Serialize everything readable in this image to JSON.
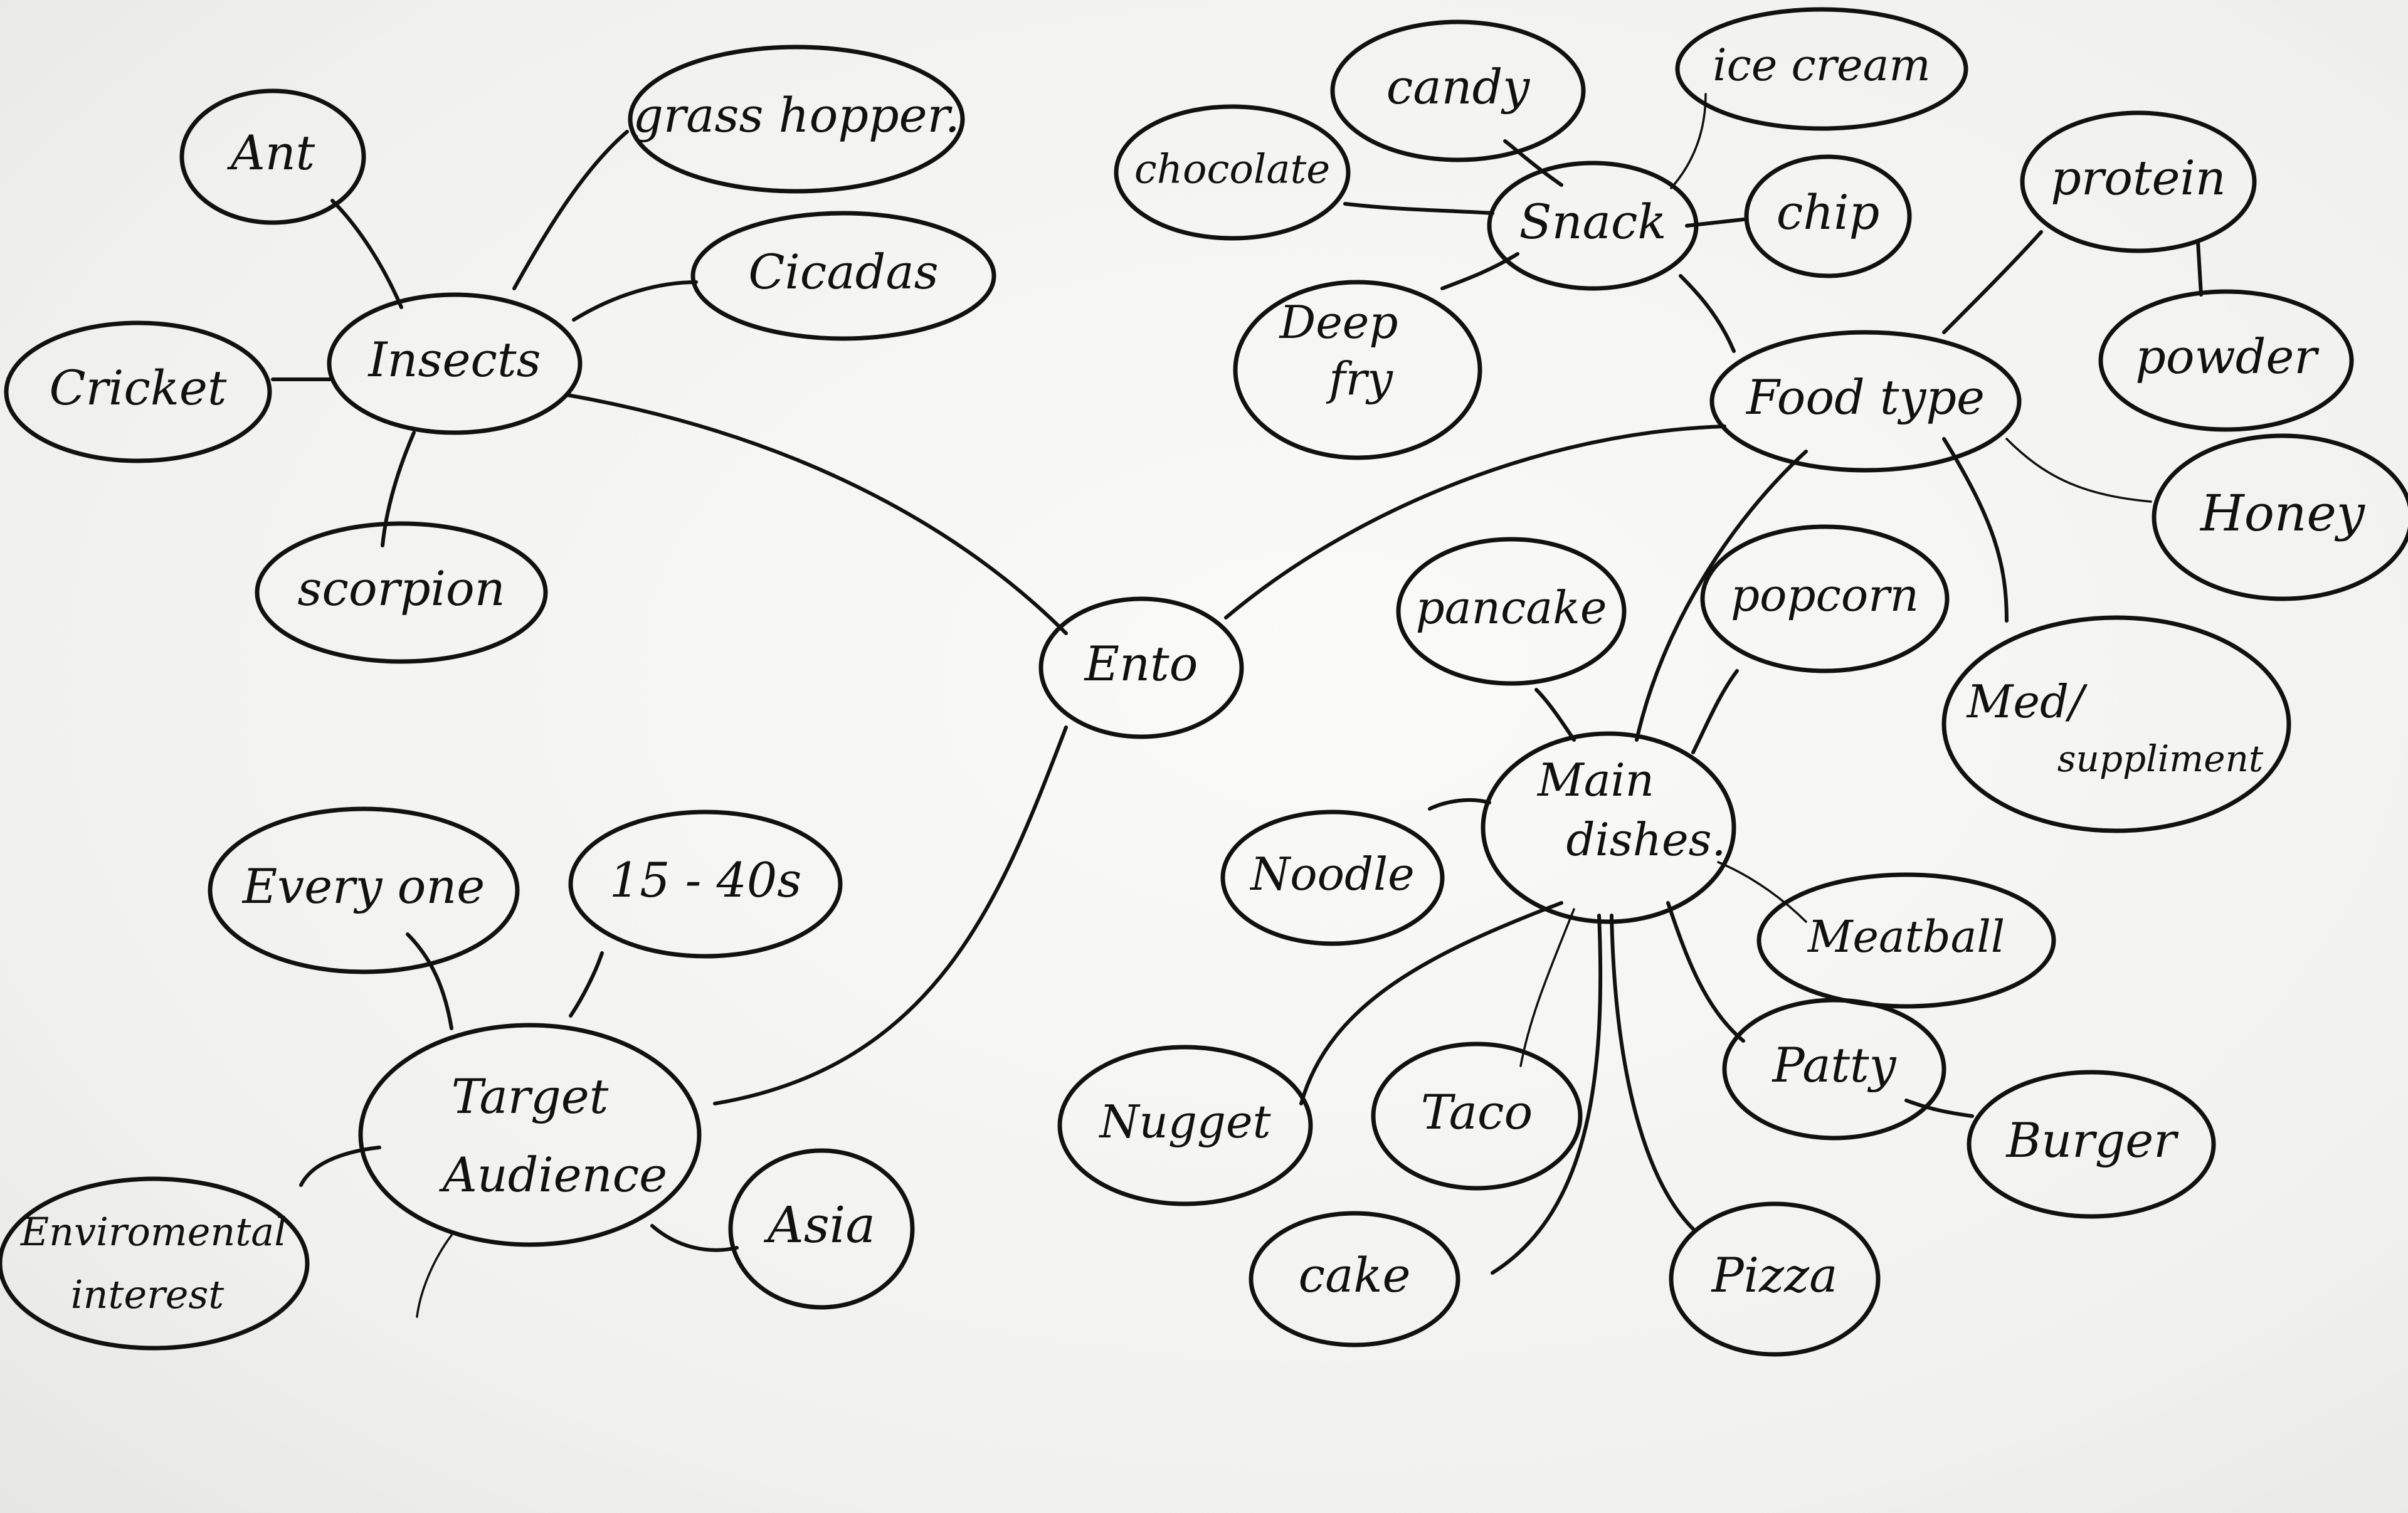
{
  "diagram": {
    "nodes": {
      "ento": [
        "Ento"
      ],
      "insects": [
        "Insects"
      ],
      "ant": [
        "Ant"
      ],
      "grasshopper": [
        "grass hopper."
      ],
      "cicadas": [
        "Cicadas"
      ],
      "cricket": [
        "Cricket"
      ],
      "scorpion": [
        "scorpion"
      ],
      "target_audience": [
        "Target",
        "Audience"
      ],
      "everyone": [
        "Every one"
      ],
      "age_range": [
        "15 - 40s"
      ],
      "environmental_interest": [
        "Enviromental",
        "interest"
      ],
      "asia": [
        "Asia"
      ],
      "food_type": [
        "Food type"
      ],
      "snack": [
        "Snack"
      ],
      "candy": [
        "candy"
      ],
      "ice_cream": [
        "ice cream"
      ],
      "chocolate": [
        "chocolate"
      ],
      "chip": [
        "chip"
      ],
      "deep_fry": [
        "Deep",
        "fry"
      ],
      "protein": [
        "protein"
      ],
      "powder": [
        "powder"
      ],
      "honey": [
        "Honey"
      ],
      "med_suppliment": [
        "Med/",
        "suppliment"
      ],
      "main_dishes": [
        "Main",
        "dishes."
      ],
      "pancake": [
        "pancake"
      ],
      "popcorn": [
        "popcorn"
      ],
      "noodle": [
        "Noodle"
      ],
      "meatball": [
        "Meatball"
      ],
      "nugget": [
        "Nugget"
      ],
      "taco": [
        "Taco"
      ],
      "patty": [
        "Patty"
      ],
      "burger": [
        "Burger"
      ],
      "cake": [
        "cake"
      ],
      "pizza": [
        "Pizza"
      ]
    }
  }
}
